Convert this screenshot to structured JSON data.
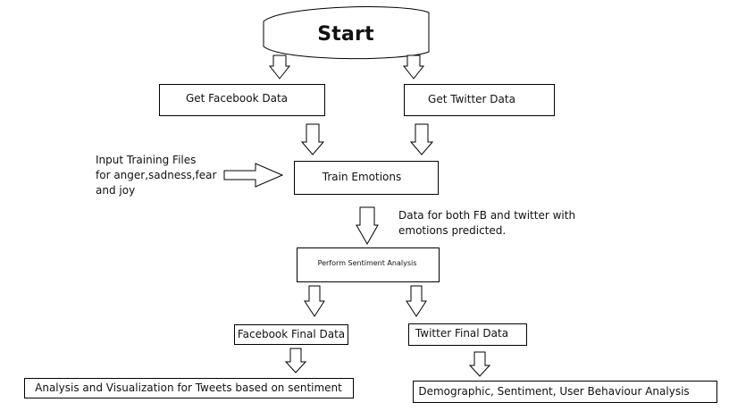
{
  "start": {
    "label": "Start"
  },
  "sources": {
    "facebook": "Get Facebook Data",
    "twitter": "Get Twitter Data"
  },
  "training": {
    "input_note": [
      "Input Training Files",
      "for anger,sadness,fear",
      "and joy"
    ],
    "label": "Train Emotions"
  },
  "prediction_note": [
    "Data for both FB and twitter with",
    "emotions predicted."
  ],
  "sentiment": {
    "label": "Perform Sentiment Analysis"
  },
  "final": {
    "facebook": "Facebook Final Data",
    "twitter": "Twitter Final Data"
  },
  "outputs": {
    "facebook_analysis": "Analysis and Visualization for Tweets based on sentiment",
    "twitter_analysis": "Demographic, Sentiment, User Behaviour Analysis"
  },
  "colors": {
    "stroke": "#000000",
    "fill": "#ffffff",
    "text": "#111111"
  }
}
